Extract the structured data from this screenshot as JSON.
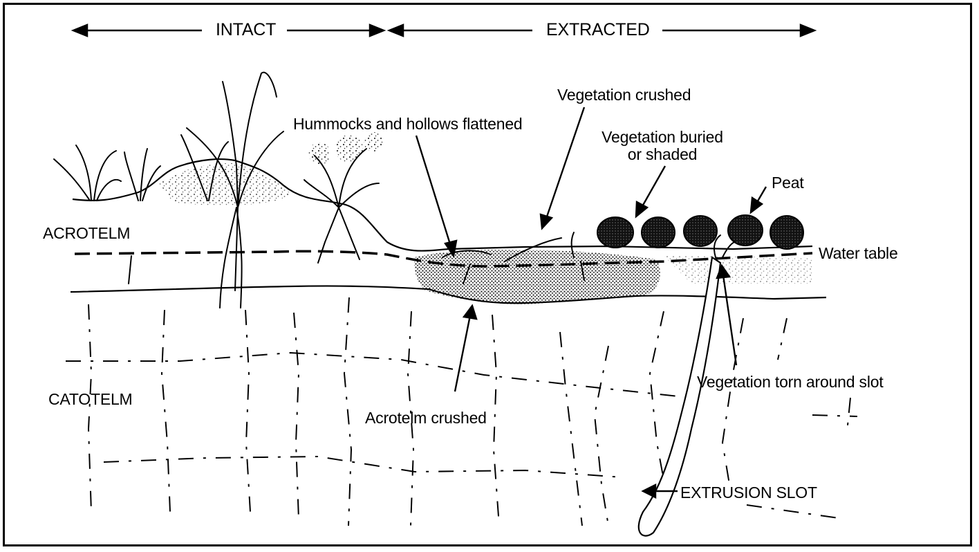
{
  "header": {
    "intact": "INTACT",
    "extracted": "EXTRACTED"
  },
  "layers": {
    "acrotelm": "ACROTELM",
    "catotelm": "CATOTELM"
  },
  "annotations": {
    "hummocks": "Hummocks and hollows flattened",
    "veg_crushed": "Vegetation crushed",
    "veg_buried_1": "Vegetation buried",
    "veg_buried_2": "or shaded",
    "peat": "Peat",
    "water_table": "Water table",
    "veg_torn": "Vegetation torn around slot",
    "acrotelm_crushed": "Acrotelm crushed",
    "extrusion_slot": "EXTRUSION SLOT"
  },
  "colors": {
    "ink": "#000000",
    "background": "#ffffff"
  }
}
